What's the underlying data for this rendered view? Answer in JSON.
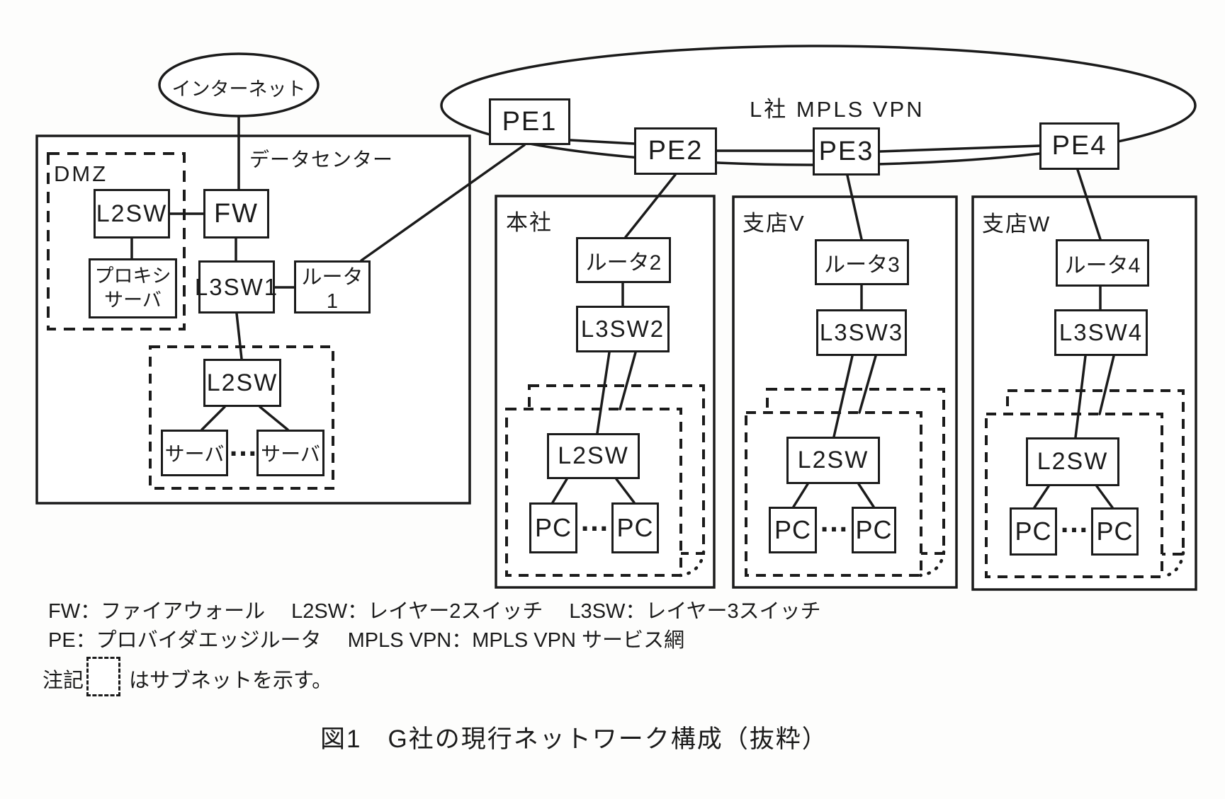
{
  "caption": "図1　G社の現行ネットワーク構成（抜粋）",
  "legend": {
    "line1": "FW：ファイアウォール　 L2SW：レイヤー2スイッチ　 L3SW：レイヤー3スイッチ",
    "line2": "PE：プロバイダエッジルータ　 MPLS VPN：MPLS VPN サービス網",
    "note_label": "注記",
    "note_text": "はサブネットを示す。"
  },
  "clouds": {
    "internet": "インターネット",
    "mpls_vpn": "L社 MPLS VPN"
  },
  "pe": {
    "pe1": "PE1",
    "pe2": "PE2",
    "pe3": "PE3",
    "pe4": "PE4"
  },
  "datacenter": {
    "label": "データセンター",
    "dmz_label": "DMZ",
    "l2sw_dmz": "L2SW",
    "fw": "FW",
    "proxy_line1": "プロキシ",
    "proxy_line2": "サーバ",
    "l3sw": "L3SW1",
    "router": "ルータ1",
    "l2sw": "L2SW",
    "server_left": "サーバ",
    "server_right": "サーバ",
    "ellipsis": "…"
  },
  "headoffice": {
    "label": "本社",
    "router": "ルータ2",
    "l3sw": "L3SW2",
    "l2sw": "L2SW",
    "pc_left": "PC",
    "pc_right": "PC",
    "ellipsis": "…"
  },
  "branch_v": {
    "label": "支店V",
    "router": "ルータ3",
    "l3sw": "L3SW3",
    "l2sw": "L2SW",
    "pc_left": "PC",
    "pc_right": "PC",
    "ellipsis": "…"
  },
  "branch_w": {
    "label": "支店W",
    "router": "ルータ4",
    "l3sw": "L3SW4",
    "l2sw": "L2SW",
    "pc_left": "PC",
    "pc_right": "PC",
    "ellipsis": "…"
  }
}
